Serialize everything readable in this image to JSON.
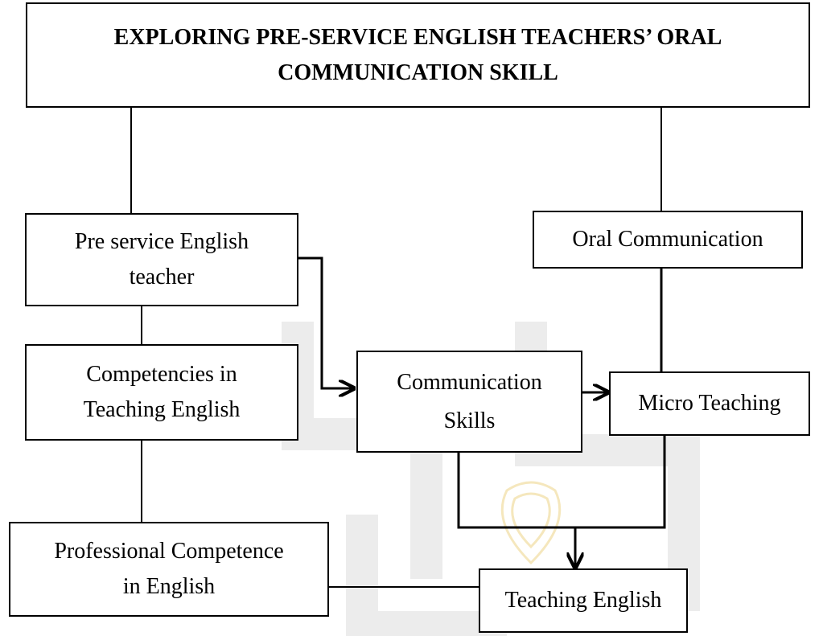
{
  "title": {
    "line1": "EXPLORING PRE-SERVICE ENGLISH TEACHERS’ ORAL",
    "line2": "COMMUNICATION SKILL"
  },
  "nodes": {
    "pre_service": {
      "line1": "Pre service English",
      "line2": "teacher"
    },
    "competencies": {
      "line1": "Competencies in",
      "line2": "Teaching English"
    },
    "professional": {
      "line1": "Professional Competence",
      "line2": "in English"
    },
    "oral_communication": {
      "label": "Oral Communication"
    },
    "communication_skills": {
      "line1": "Communication",
      "line2": "Skills"
    },
    "micro_teaching": {
      "label": "Micro Teaching"
    },
    "teaching_english": {
      "label": "Teaching English"
    }
  },
  "colors": {
    "line": "#000000",
    "watermark": "#e6e6e6",
    "watermark_gold": "#f3e3b5"
  }
}
